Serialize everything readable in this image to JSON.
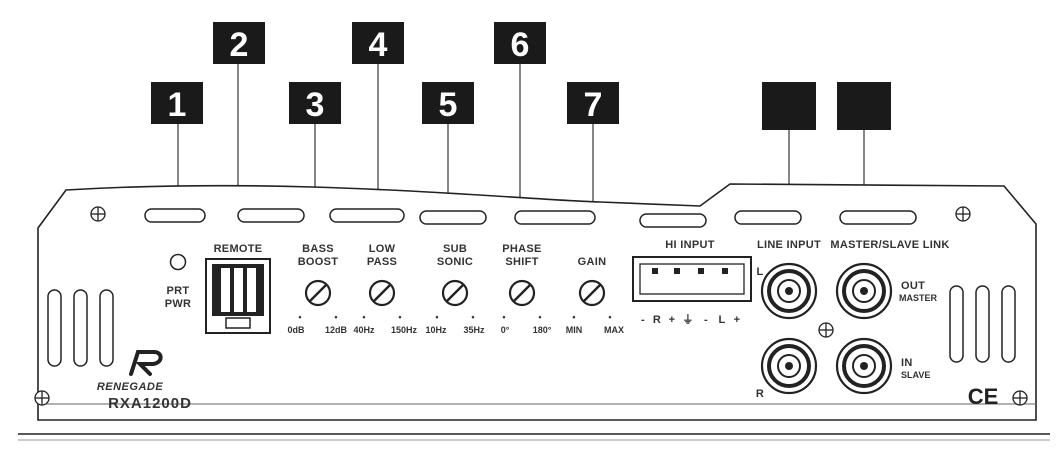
{
  "diagram": {
    "callouts": [
      {
        "id": "c1",
        "label": "1"
      },
      {
        "id": "c2",
        "label": "2"
      },
      {
        "id": "c3",
        "label": "3"
      },
      {
        "id": "c4",
        "label": "4"
      },
      {
        "id": "c5",
        "label": "5"
      },
      {
        "id": "c6",
        "label": "6"
      },
      {
        "id": "c7",
        "label": "7"
      },
      {
        "id": "c8",
        "label": ""
      },
      {
        "id": "c9",
        "label": ""
      }
    ],
    "prt_pwr": {
      "line1": "PRT",
      "line2": "PWR"
    },
    "remote": {
      "label": "REMOTE"
    },
    "knobs": [
      {
        "id": "bass-boost",
        "line1": "BASS",
        "line2": "BOOST",
        "min": "0dB",
        "max": "12dB"
      },
      {
        "id": "low-pass",
        "line1": "LOW",
        "line2": "PASS",
        "min": "40Hz",
        "max": "150Hz"
      },
      {
        "id": "sub-sonic",
        "line1": "SUB",
        "line2": "SONIC",
        "min": "10Hz",
        "max": "35Hz"
      },
      {
        "id": "phase-shift",
        "line1": "PHASE",
        "line2": "SHIFT",
        "min": "0°",
        "max": "180°"
      },
      {
        "id": "gain",
        "line1": "",
        "line2": "GAIN",
        "min": "MIN",
        "max": "MAX"
      }
    ],
    "hi_input": {
      "label": "HI INPUT",
      "side_label": "L",
      "pins": [
        "-",
        "R",
        "+",
        "⏚",
        "-",
        "L",
        "+"
      ]
    },
    "line_input": {
      "label": "LINE INPUT",
      "right_label": "R"
    },
    "master_slave": {
      "label": "MASTER/SLAVE LINK",
      "out_label": "OUT",
      "out_sub": "MASTER",
      "in_label": "IN",
      "in_sub": "SLAVE"
    },
    "brand": {
      "name": "RENEGADE",
      "model": "RXA1200D"
    },
    "ce_mark": "CE",
    "colors": {
      "outline": "#222222",
      "callout_bg": "#1a1a1a",
      "panel_bg": "#ffffff"
    }
  }
}
